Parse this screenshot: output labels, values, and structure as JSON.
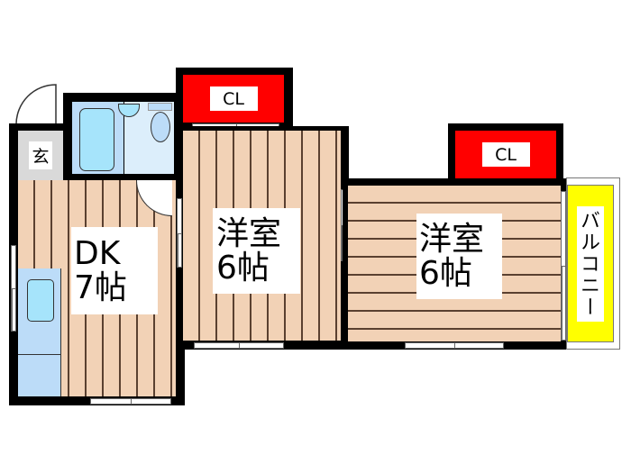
{
  "floor_plan": {
    "rooms": [
      {
        "id": "entrance",
        "label": "玄"
      },
      {
        "id": "dk",
        "line1": "DK",
        "line2": "7帖"
      },
      {
        "id": "western1",
        "line1": "洋室",
        "line2": "6帖"
      },
      {
        "id": "western2",
        "line1": "洋室",
        "line2": "6帖"
      },
      {
        "id": "balcony",
        "label": "バルコニー"
      }
    ],
    "closets": [
      {
        "id": "cl1",
        "label": "CL"
      },
      {
        "id": "cl2",
        "label": "CL"
      }
    ],
    "colors": {
      "wall": "#000000",
      "floor": "#f2d2b6",
      "closet": "#ff0000",
      "balcony": "#ffff00",
      "bath": "#bcdcf8",
      "entrance": "#d9d9d9"
    }
  }
}
